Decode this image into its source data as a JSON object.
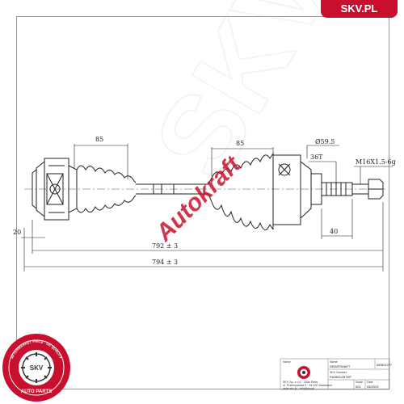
{
  "brand": {
    "tab_label": "SKV.PL",
    "accent": "#c8102e"
  },
  "watermark": {
    "left_text": "Autokraft",
    "bg_text": "SKV.PL"
  },
  "dimensions": {
    "d85_left": "85",
    "d85_right": "85",
    "d595": "Ø59.5",
    "d36t": "36T",
    "thread": "M16X1.5-6g",
    "d20": "20",
    "d40": "40",
    "len_792": "792 ± 3",
    "len_794": "794 ± 3"
  },
  "seal": {
    "top_arc": "AFTERMARKET PRICE · OE QUALITY",
    "center": "SKV",
    "bottom": "AUTO PARTS"
  },
  "title_block": {
    "r1_label": "Name",
    "r1_value": "DRIVESHAFT",
    "code_value": "08SKV277",
    "r2_label": "SKV Number",
    "r2_value": "FA266CZ5TKP",
    "c_label1": "Scale",
    "c_value1": "001",
    "c_label2": "Date",
    "c_value2": "05/2023",
    "company": "SKV Sp. z o.o. · Auto Parts",
    "address": "ul. Przemysłowa 9 · 34-100 Wadowice",
    "contact": "www.skv.pl · info@skv.pl"
  }
}
